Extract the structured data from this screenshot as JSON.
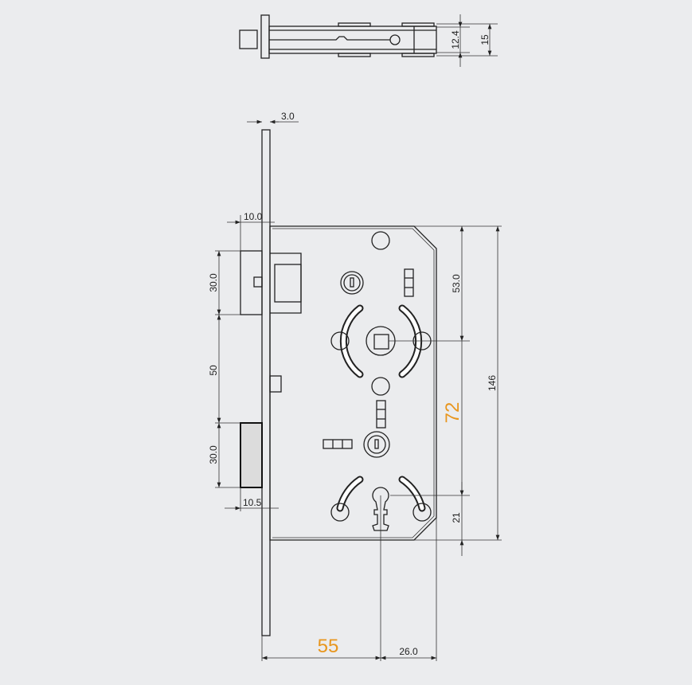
{
  "accent_color": "#e8961e",
  "top_view": {
    "dims": {
      "inner_height": "12.4",
      "outer_height": "15"
    }
  },
  "front_view": {
    "dims": {
      "faceplate_thickness": "3.0",
      "latch_projection": "10.0",
      "latch_height": "30.0",
      "latch_to_bolt": "50",
      "bolt_height": "30.0",
      "bolt_projection": "10.5",
      "top_to_spindle": "53.0",
      "centre_distance": "72",
      "case_height": "146",
      "keyhole_to_bottom": "21",
      "backset": "55",
      "keyhole_to_back": "26.0"
    }
  }
}
